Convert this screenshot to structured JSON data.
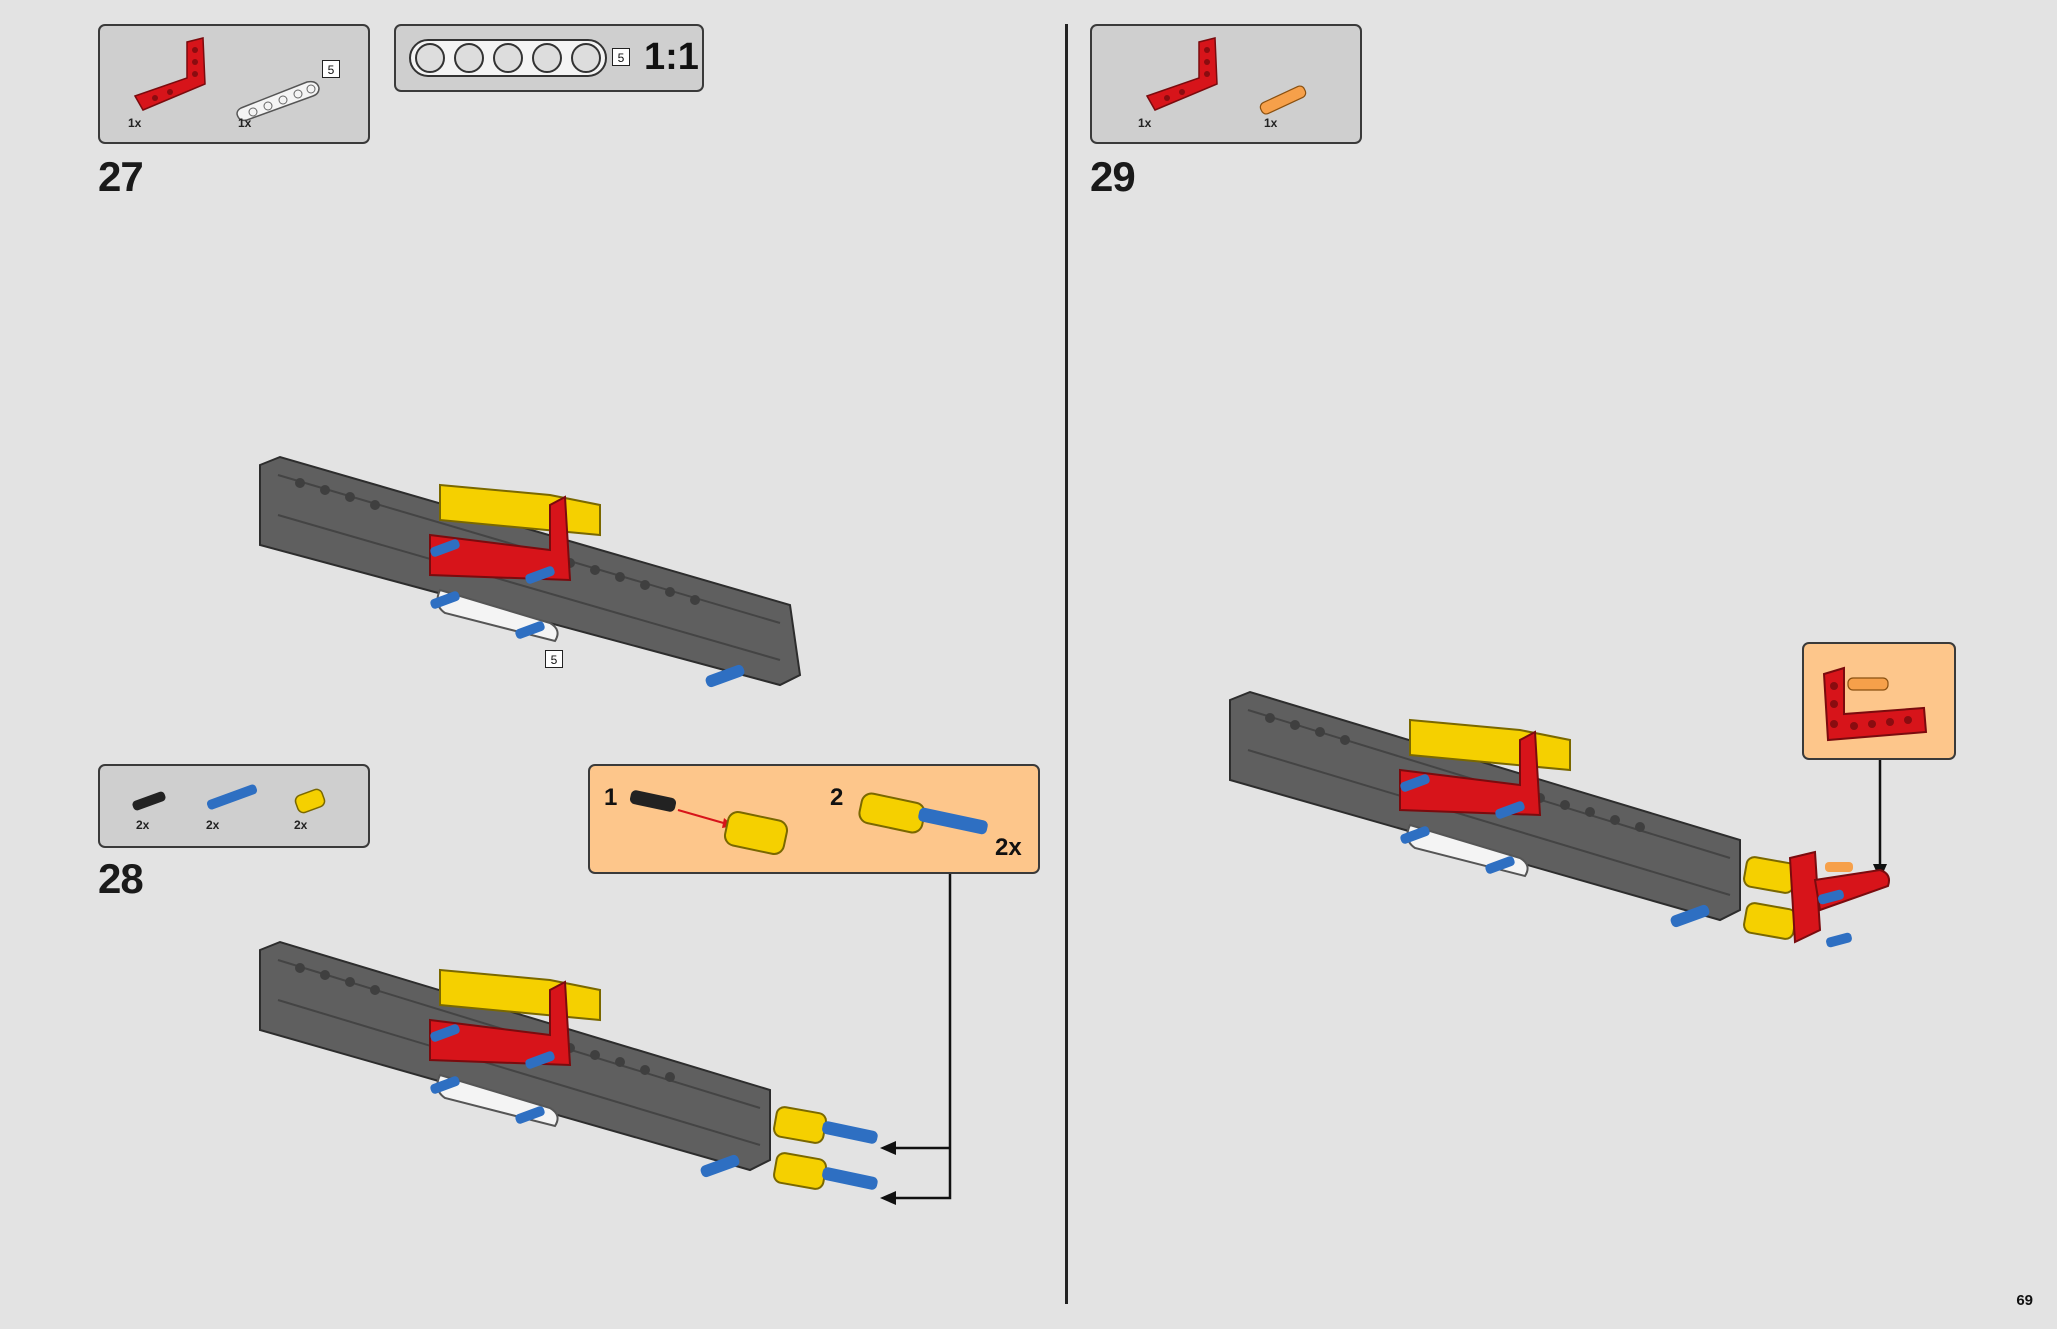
{
  "page_number": "69",
  "scale": "1:1",
  "steps": [
    {
      "number": "27",
      "parts": [
        {
          "qty": "1x"
        },
        {
          "qty": "1x",
          "length": "5"
        }
      ],
      "callout_length": "5"
    },
    {
      "number": "28",
      "parts": [
        {
          "qty": "2x"
        },
        {
          "qty": "2x"
        },
        {
          "qty": "2x"
        }
      ],
      "sub_steps": [
        {
          "label": "1"
        },
        {
          "label": "2",
          "multiplier": "2x"
        }
      ]
    },
    {
      "number": "29",
      "parts": [
        {
          "qty": "1x"
        },
        {
          "qty": "1x"
        }
      ]
    }
  ],
  "scale_length": "5",
  "colors": {
    "background": "#e3e3e3",
    "parts_box": "#cfcfcf",
    "subassembly_box": "#fdc68b",
    "beam_gray": "#5f5f5f",
    "red": "#d7141a",
    "yellow": "#f5d000",
    "blue": "#2e6fc2",
    "white": "#f4f4f4"
  }
}
